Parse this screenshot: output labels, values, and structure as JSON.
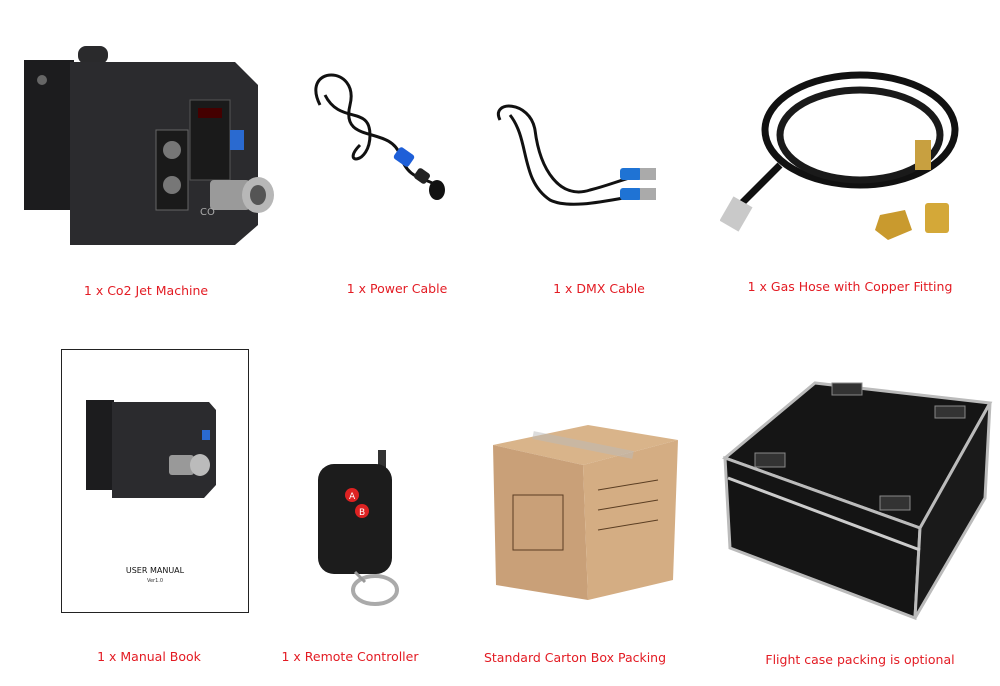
{
  "items": [
    {
      "label": "1 x Co2 Jet Machine",
      "icon": "co2-jet-machine-photo"
    },
    {
      "label": "1 x Power Cable",
      "icon": "power-cable-photo"
    },
    {
      "label": "1 x DMX Cable",
      "icon": "dmx-cable-photo"
    },
    {
      "label": "1 x Gas Hose with Copper Fitting",
      "icon": "gas-hose-photo"
    },
    {
      "label": "1 x Manual Book",
      "icon": "manual-book-photo"
    },
    {
      "label": "1 x Remote Controller",
      "icon": "remote-controller-photo"
    },
    {
      "label": "Standard Carton Box Packing",
      "icon": "carton-box-photo"
    },
    {
      "label": "Flight case packing is optional",
      "icon": "flight-case-photo"
    }
  ],
  "manual": {
    "title": "USER MANUAL",
    "version": "Ver1.0"
  },
  "machine": {
    "panel_text": "CO"
  },
  "remote": {
    "button_a": "A",
    "button_b": "B"
  },
  "colors": {
    "label": "#e31b23"
  }
}
